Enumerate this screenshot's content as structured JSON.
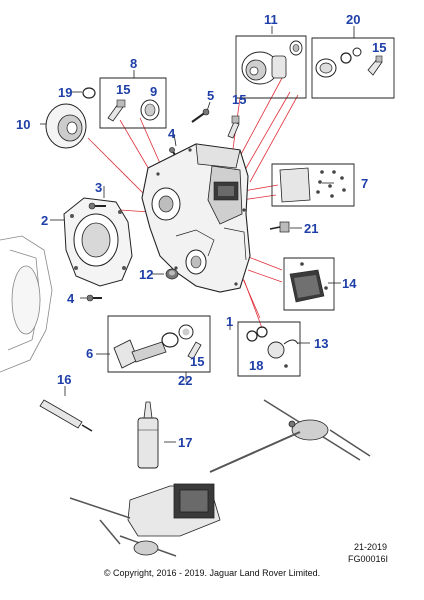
{
  "callouts": {
    "c1": "1",
    "c2": "2",
    "c3": "3",
    "c4a": "4",
    "c4b": "4",
    "c5": "5",
    "c6": "6",
    "c7": "7",
    "c8": "8",
    "c9": "9",
    "c10": "10",
    "c11": "11",
    "c12": "12",
    "c13": "13",
    "c14": "14",
    "c15a": "15",
    "c15b": "15",
    "c15c": "15",
    "c15d": "15",
    "c16": "16",
    "c17": "17",
    "c18": "18",
    "c19": "19",
    "c20": "20",
    "c21": "21",
    "c22": "22"
  },
  "footer": {
    "date": "21-2019",
    "figure_id": "FG00016I",
    "copyright": "© Copyright, 2016 - 2019. Jaguar Land Rover Limited."
  },
  "colors": {
    "callout": "#1f3fa8",
    "leader_red": "#e0303a",
    "line": "#222222",
    "part_fill": "#ffffff",
    "part_shade": "#d8d8d8",
    "dark": "#3a3a3a"
  }
}
